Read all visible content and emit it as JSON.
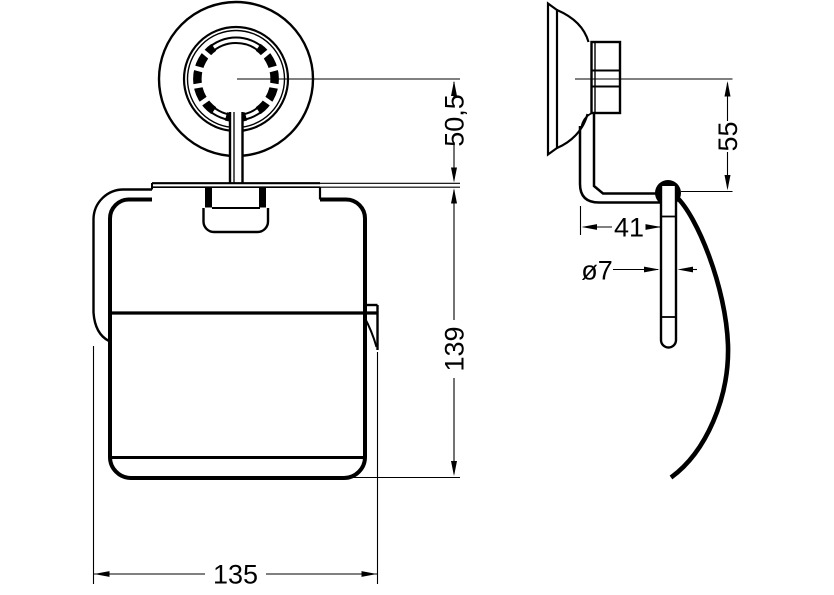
{
  "drawing": {
    "kind": "technical-dimension-drawing",
    "subject": "wall-mounted suction-cup toilet paper holder, front and side views",
    "colors": {
      "background": "#ffffff",
      "line": "#000000"
    },
    "views": {
      "front": {
        "dims": {
          "center_to_bracket": "50,5",
          "bracket_to_bottom": "139",
          "overall_width": "135"
        }
      },
      "side": {
        "dims": {
          "center_to_arm": "55",
          "wall_to_pin": "41",
          "pin_diameter": "ø7"
        }
      }
    }
  }
}
